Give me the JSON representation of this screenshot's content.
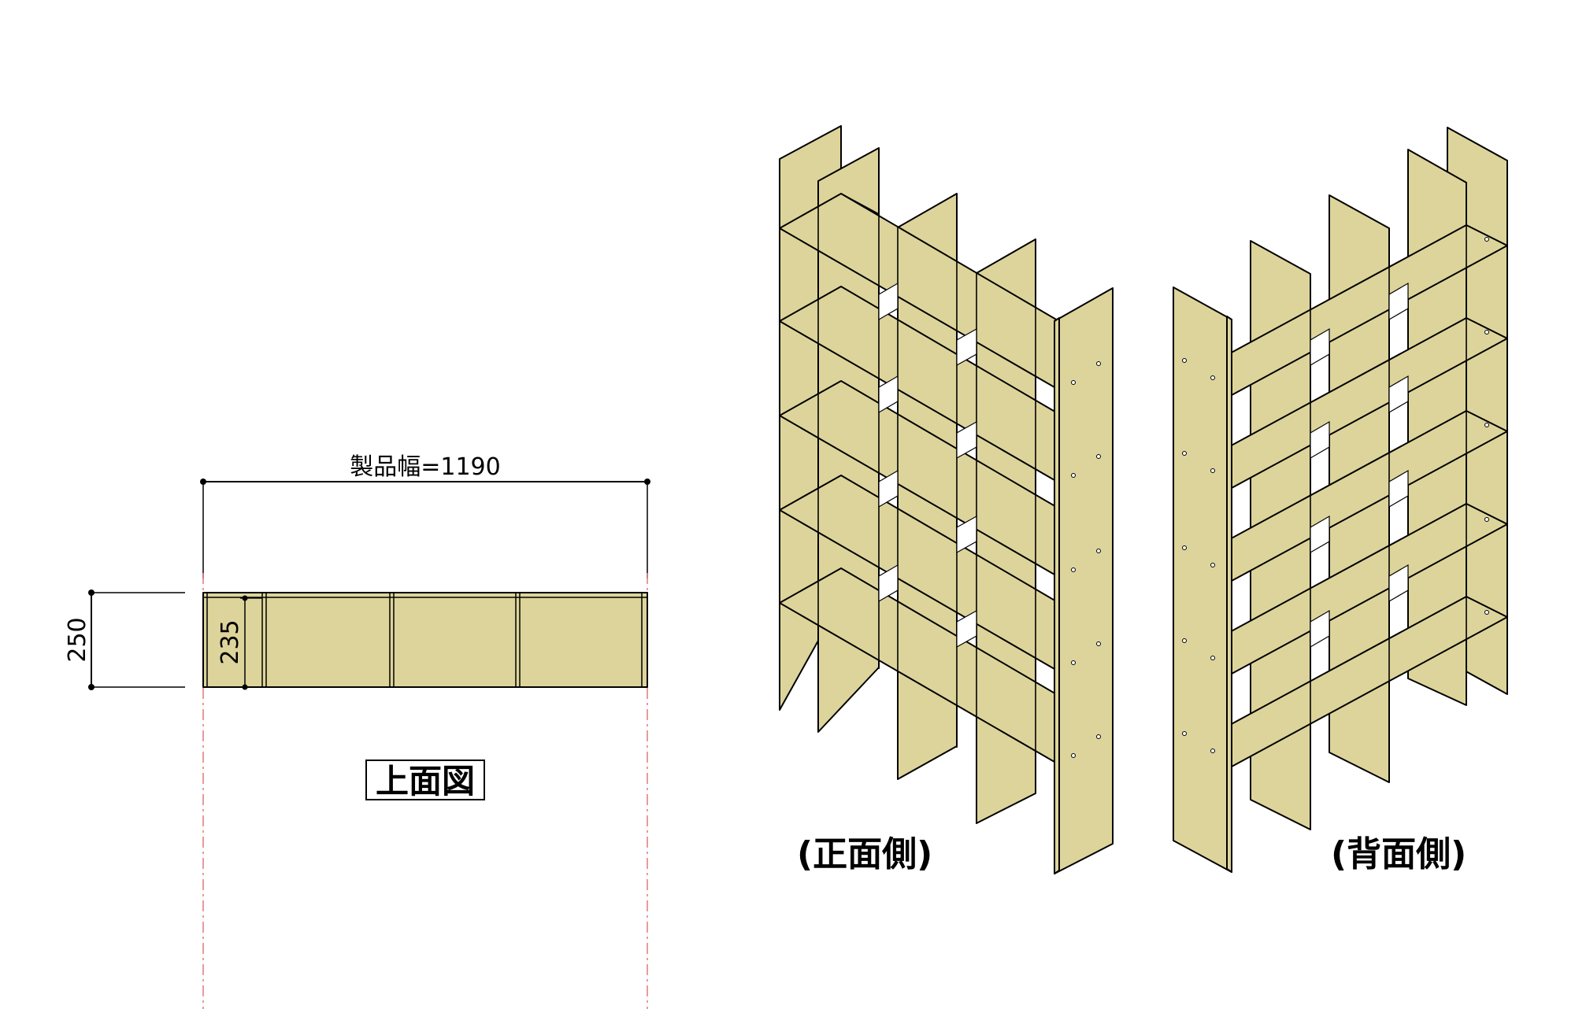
{
  "top_view": {
    "width_label": "製品幅=1190",
    "depth_outer": "250",
    "depth_inner": "235",
    "title": "上面図"
  },
  "captions": {
    "front": "(正面側)",
    "back": "(背面側)"
  },
  "colors": {
    "wood": "#ddd49b",
    "line": "#000000",
    "centerline": "#e07a7a"
  }
}
